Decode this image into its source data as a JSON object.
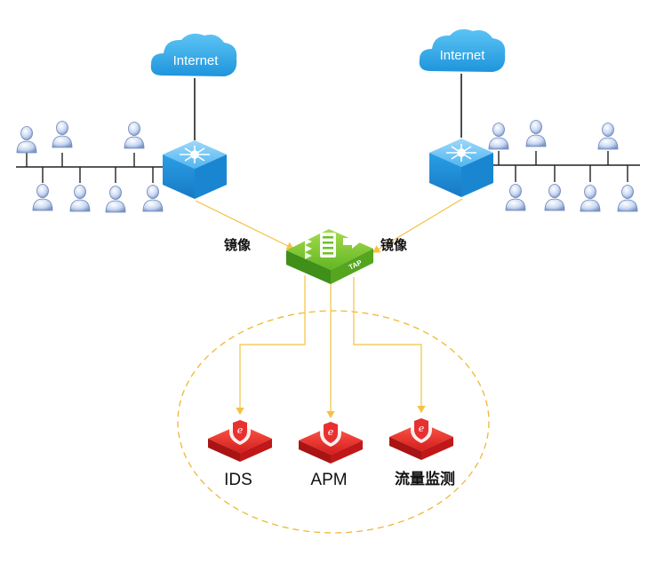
{
  "clouds": {
    "left": {
      "label": "Internet"
    },
    "right": {
      "label": "Internet"
    }
  },
  "mirror_labels": {
    "left": "镜像",
    "right": "镜像"
  },
  "tap": {
    "label": "TAP"
  },
  "devices": [
    {
      "label": "IDS"
    },
    {
      "label": "APM"
    },
    {
      "label": "流量监测"
    }
  ],
  "colors": {
    "cloud": "#2fa7e8",
    "switch": "#2a9fe6",
    "tap": "#6fbf2a",
    "device": "#e02424",
    "mirror_arrow": "#f5c242",
    "ellipse": "#f0b832"
  }
}
